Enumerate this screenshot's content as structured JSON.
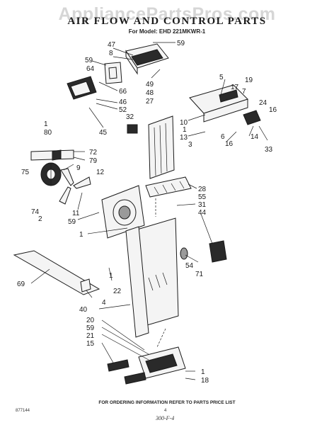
{
  "watermark": "AppliancePartsPros.com",
  "title": "AIR FLOW AND CONTROL PARTS",
  "model": "For Model: EHD 221MKWR-1",
  "footer": "FOR ORDERING INFORMATION REFER TO PARTS PRICE LIST",
  "code": "877144",
  "page_number": "4",
  "handwritten_note": "300-F-4",
  "callouts": [
    "47",
    "8",
    "59",
    "59",
    "64",
    "49",
    "48",
    "66",
    "46",
    "52",
    "45",
    "32",
    "27",
    "5",
    "19",
    "17",
    "7",
    "24",
    "16",
    "10",
    "1",
    "13",
    "3",
    "6",
    "14",
    "16",
    "33",
    "1",
    "80",
    "72",
    "79",
    "75",
    "9",
    "12",
    "28",
    "55",
    "31",
    "44",
    "11",
    "74",
    "2",
    "59",
    "1",
    "54",
    "71",
    "69",
    "22",
    "4",
    "1",
    "40",
    "20",
    "59",
    "21",
    "15",
    "1",
    "18"
  ]
}
